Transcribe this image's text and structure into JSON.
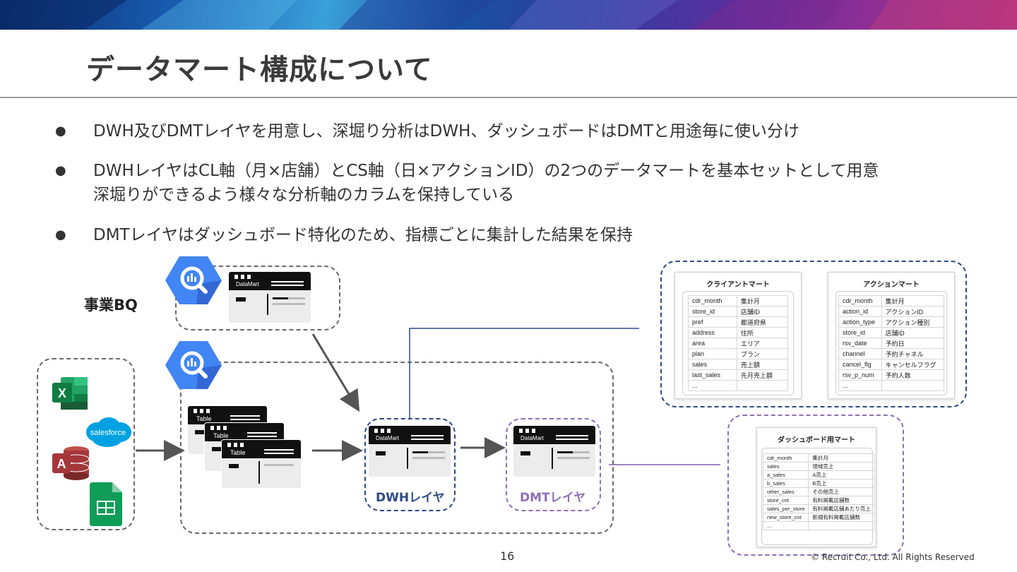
{
  "slide": {
    "title": "データマート構成について",
    "bullets": [
      {
        "text": "DWH及びDMTレイヤを用意し、深堀り分析はDWH、ダッシュボードはDMTと用途毎に使い分け"
      },
      {
        "text": "DWHレイヤはCL軸（月×店舗）とCS軸（日×アクションID）の2つのデータマートを基本セットとして用意",
        "text2": "深堀りができるよう様々な分析軸のカラムを保持している"
      },
      {
        "text": "DMTレイヤはダッシュボード特化のため、指標ごとに集計した結果を保持"
      }
    ],
    "bullet_glyph": "●",
    "page_number": "16",
    "copyright": "© Recruit Co., Ltd. All Rights Reserved"
  },
  "diagram": {
    "business_bq_label": "事業BQ",
    "datamart_label": "DataMart",
    "table_label": "Table",
    "dwh_layer_label": "DWHレイヤ",
    "dmt_layer_label": "DMTレイヤ",
    "source_icons": [
      "excel-icon",
      "salesforce-icon",
      "access-icon",
      "sheets-icon"
    ],
    "salesforce_text": "salesforce",
    "excel_letter": "X",
    "access_letter": "A",
    "colors": {
      "dwh": "#2c4a86",
      "dmt": "#8f6fb6",
      "bq_blue": "#4285f4",
      "arrow": "#555555"
    }
  },
  "client_mart": {
    "title": "クライアントマート",
    "rows": [
      [
        "cdr_month",
        "集計月"
      ],
      [
        "store_id",
        "店舗ID"
      ],
      [
        "pref",
        "都道府県"
      ],
      [
        "address",
        "住所"
      ],
      [
        "area",
        "エリア"
      ],
      [
        "plan",
        "プラン"
      ],
      [
        "sales",
        "売上額"
      ],
      [
        "last_sales",
        "先月売上額"
      ],
      [
        "...",
        ""
      ]
    ]
  },
  "action_mart": {
    "title": "アクションマート",
    "rows": [
      [
        "cdr_month",
        "集計月"
      ],
      [
        "action_id",
        "アクションID"
      ],
      [
        "action_type",
        "アクション種別"
      ],
      [
        "store_id",
        "店舗ID"
      ],
      [
        "rsv_date",
        "予約日"
      ],
      [
        "channel",
        "予約チャネル"
      ],
      [
        "cancel_flg",
        "キャンセルフラグ"
      ],
      [
        "rsv_p_num",
        "予約人数"
      ],
      [
        "...",
        ""
      ]
    ]
  },
  "dashboard_mart": {
    "title": "ダッシュボード用マート",
    "rows": [
      [
        "cdr_month",
        "集計月"
      ],
      [
        "sales",
        "領域売上"
      ],
      [
        "a_sales",
        "A売上"
      ],
      [
        "b_sales",
        "B売上"
      ],
      [
        "other_sales",
        "その他売上"
      ],
      [
        "store_cnt",
        "有料掲載店舗数"
      ],
      [
        "sales_per_store",
        "有料掲載店舗あたり売上"
      ],
      [
        "new_store_cnt",
        "新規有料掲載店舗数"
      ],
      [
        "...",
        ""
      ]
    ]
  }
}
